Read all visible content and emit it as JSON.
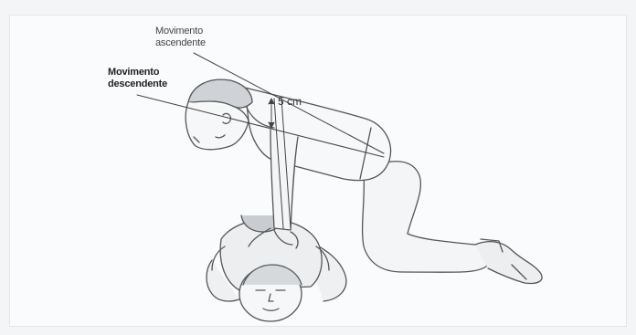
{
  "labels": {
    "ascending": [
      "Movimento",
      "ascendente"
    ],
    "descending": [
      "Movimento",
      "descendente"
    ],
    "depth": "5 cm"
  }
}
